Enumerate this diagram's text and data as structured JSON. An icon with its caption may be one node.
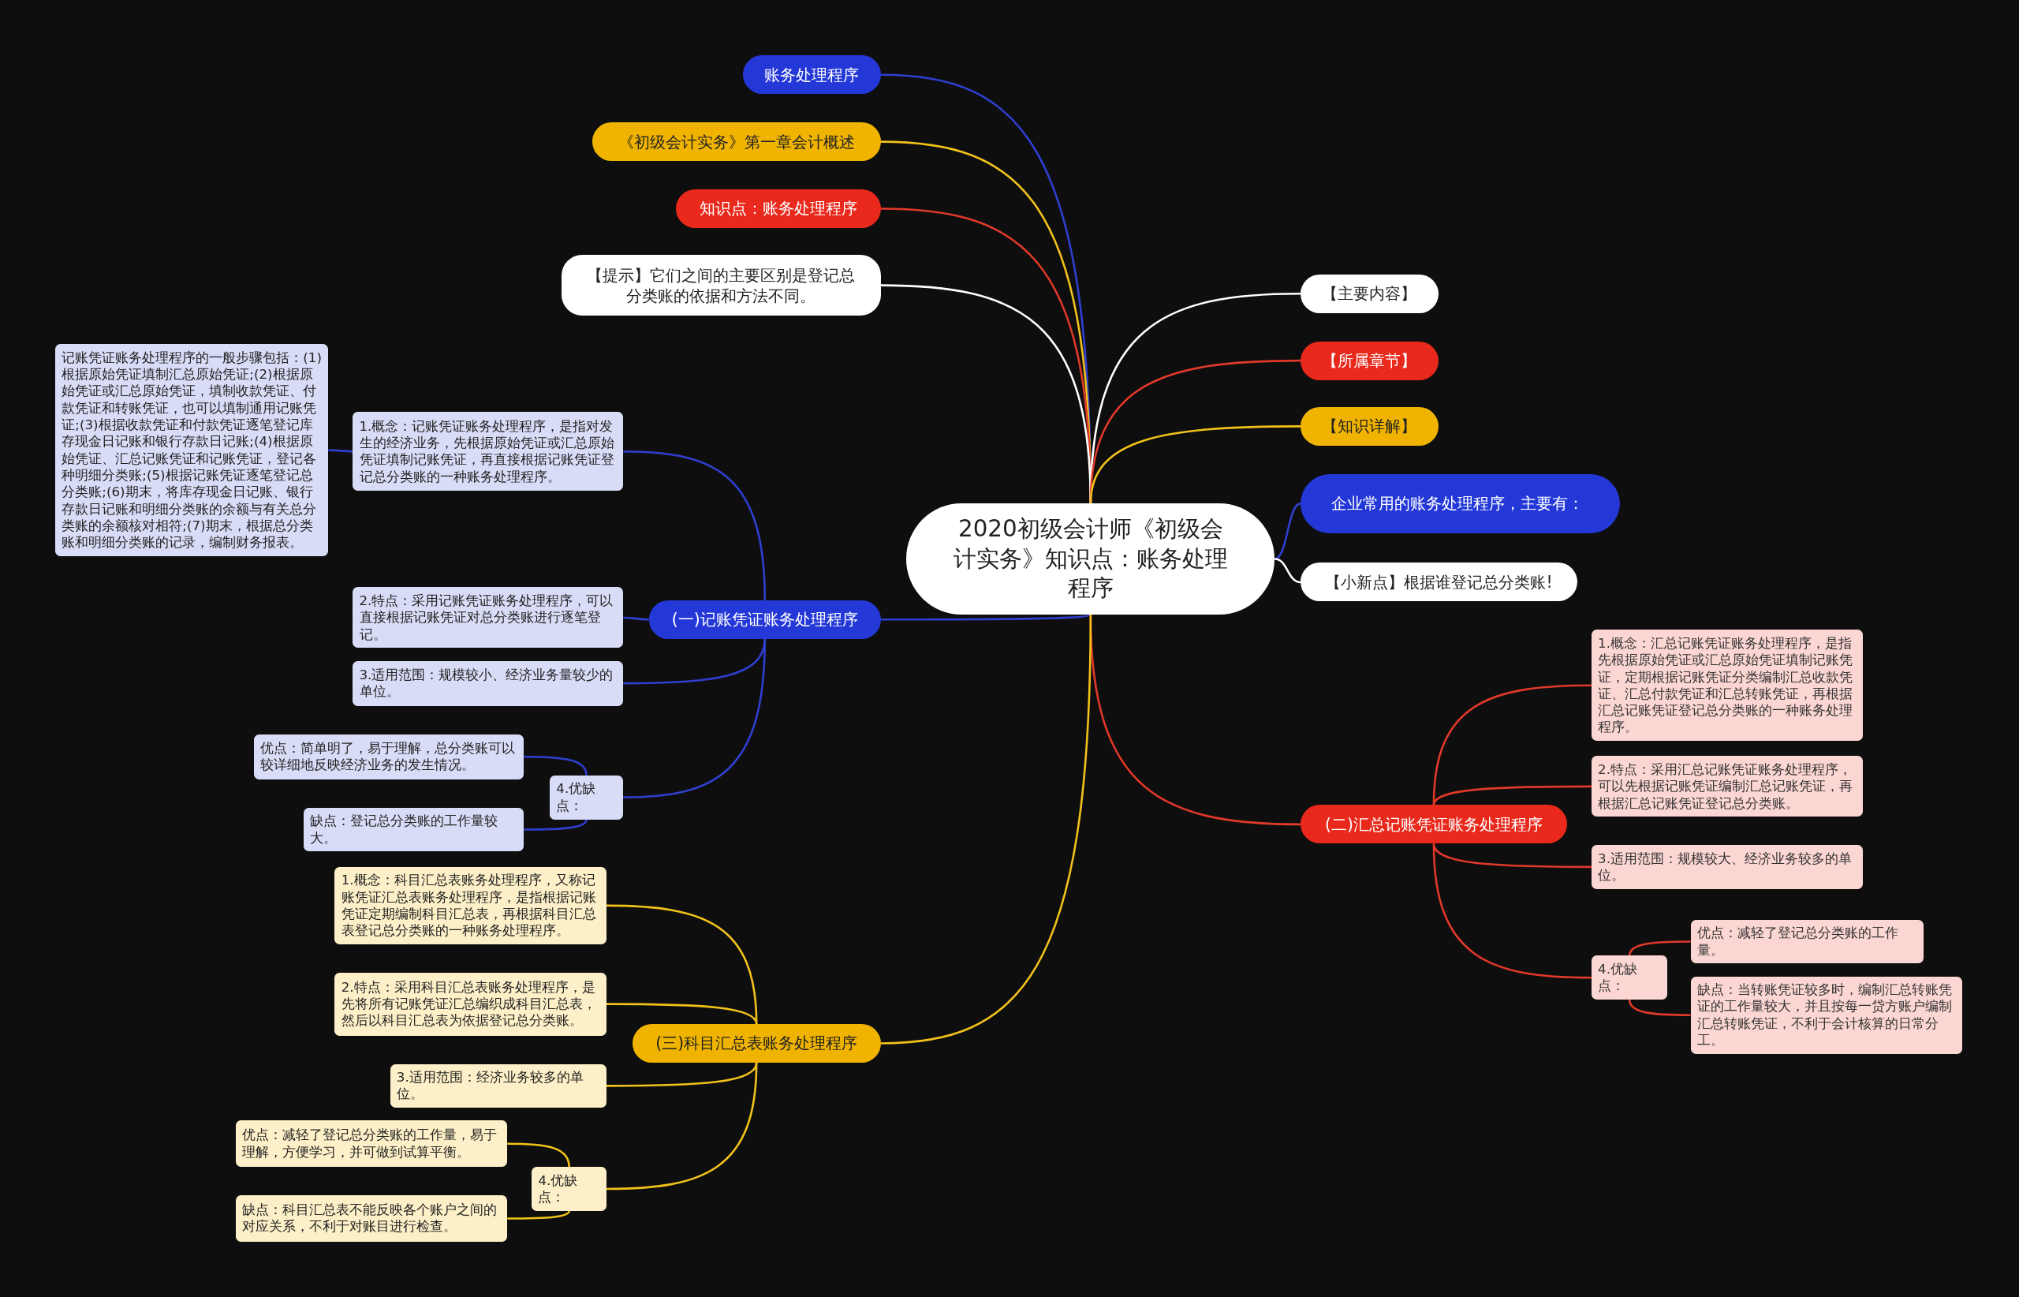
{
  "diagram": {
    "nodes": [
      {
        "text": [
          "2020初级会计师《初级会计实务》知识点：账务处理程序"
        ]
      },
      {
        "text": [
          "账务处理程序"
        ]
      },
      {
        "text": [
          "《初级会计实务》第一章会计概述"
        ]
      },
      {
        "text": [
          "知识点：账务处理程序"
        ]
      },
      {
        "text": [
          "【提示】它们之间的主要区别是登记总分类账的依据和方法不同。"
        ]
      },
      {
        "text": [
          "【主要内容】"
        ]
      },
      {
        "text": [
          "【所属章节】"
        ]
      },
      {
        "text": [
          "【知识详解】"
        ]
      },
      {
        "text": [
          "企业常用的账务处理程序，主要有："
        ]
      },
      {
        "text": [
          "【小新点】根据谁登记总分类账!"
        ]
      },
      {
        "text": [
          "(一)记账凭证账务处理程序"
        ]
      },
      {
        "text": [
          "1.概念：记账凭证账务处理程序，是指对发生的经济业务，先根据原始凭证或汇总原始凭证填制记账凭证，再直接根据记账凭证登记总分类账的一种账务处理程序。"
        ]
      },
      {
        "text": [
          "记账凭证账务处理程序的一般步骤包括：(1)根据原始凭证填制汇总原始凭证;(2)根据原始凭证或汇总原始凭证，填制收款凭证、付款凭证和转账凭证，也可以填制通用记账凭证;(3)根据收款凭证和付款凭证逐笔登记库存现金日记账和银行存款日记账;(4)根据原始凭证、汇总记账凭证和记账凭证，登记各种明细分类账;(5)根据记账凭证逐笔登记总分类账;(6)期末，将库存现金日记账、银行存款日记账和明细分类账的余额与有关总分类账的余额核对相符;(7)期末，根据总分类账和明细分类账的记录，编制财务报表。"
        ]
      },
      {
        "text": [
          "2.特点：采用记账凭证账务处理程序，可以直接根据记账凭证对总分类账进行逐笔登记。"
        ]
      },
      {
        "text": [
          "3.适用范围：规模较小、经济业务量较少的单位。"
        ]
      },
      {
        "text": [
          "4.优缺点："
        ]
      },
      {
        "text": [
          "优点：简单明了，易于理解，总分类账可以较详细地反映经济业务的发生情况。"
        ]
      },
      {
        "text": [
          "缺点：登记总分类账的工作量较大。"
        ]
      },
      {
        "text": [
          "(二)汇总记账凭证账务处理程序"
        ]
      },
      {
        "text": [
          "1.概念：汇总记账凭证账务处理程序，是指先根据原始凭证或汇总原始凭证填制记账凭证，定期根据记账凭证分类编制汇总收款凭证、汇总付款凭证和汇总转账凭证，再根据汇总记账凭证登记总分类账的一种账务处理程序。"
        ]
      },
      {
        "text": [
          "2.特点：采用汇总记账凭证账务处理程序，可以先根据记账凭证编制汇总记账凭证，再根据汇总记账凭证登记总分类账。"
        ]
      },
      {
        "text": [
          "3.适用范围：规模较大、经济业务较多的单位。"
        ]
      },
      {
        "text": [
          "4.优缺点："
        ]
      },
      {
        "text": [
          "优点：减轻了登记总分类账的工作量。"
        ]
      },
      {
        "text": [
          "缺点：当转账凭证较多时，编制汇总转账凭证的工作量较大，并且按每一贷方账户编制汇总转账凭证，不利于会计核算的日常分工。"
        ]
      },
      {
        "text": [
          "(三)科目汇总表账务处理程序"
        ]
      },
      {
        "text": [
          "1.概念：科目汇总表账务处理程序，又称记账凭证汇总表账务处理程序，是指根据记账凭证定期编制科目汇总表，再根据科目汇总表登记总分类账的一种账务处理程序。"
        ]
      },
      {
        "text": [
          "2.特点：采用科目汇总表账务处理程序，是先将所有记账凭证汇总编织成科目汇总表，然后以科目汇总表为依据登记总分类账。"
        ]
      },
      {
        "text": [
          "3.适用范围：经济业务较多的单位。"
        ]
      },
      {
        "text": [
          "4.优缺点："
        ]
      },
      {
        "text": [
          "优点：减轻了登记总分类账的工作量，易于理解，方便学习，并可做到试算平衡。"
        ]
      },
      {
        "text": [
          "缺点：科目汇总表不能反映各个账户之间的对应关系，不利于对账目进行检查。"
        ]
      }
    ],
    "edges": [
      {
        "from": 0,
        "to": 1,
        "arrow": "none"
      },
      {
        "from": 0,
        "to": 2,
        "arrow": "none",
        "color": "#f2c21b"
      },
      {
        "from": 0,
        "to": 3,
        "arrow": "none",
        "color": "#e0392a"
      },
      {
        "from": 0,
        "to": 4,
        "arrow": "none",
        "color": "#ffffff"
      },
      {
        "from": 0,
        "to": 5,
        "arrow": "none",
        "color": "#ffffff"
      },
      {
        "from": 0,
        "to": 6,
        "arrow": "none",
        "color": "#e0392a"
      },
      {
        "from": 0,
        "to": 7,
        "arrow": "none",
        "color": "#f2c21b"
      },
      {
        "from": 0,
        "to": 8,
        "arrow": "none"
      },
      {
        "from": 0,
        "to": 9,
        "arrow": "none",
        "color": "#ffffff"
      },
      {
        "from": 0,
        "to": 10,
        "arrow": "none"
      },
      {
        "from": 10,
        "to": 11,
        "arrow": "none"
      },
      {
        "from": 11,
        "to": 12,
        "arrow": "none"
      },
      {
        "from": 10,
        "to": 13,
        "arrow": "none"
      },
      {
        "from": 10,
        "to": 14,
        "arrow": "none"
      },
      {
        "from": 10,
        "to": 15,
        "arrow": "none"
      },
      {
        "from": 15,
        "to": 16,
        "arrow": "none"
      },
      {
        "from": 15,
        "to": 17,
        "arrow": "none"
      },
      {
        "from": 0,
        "to": 18,
        "arrow": "none",
        "color": "#e0392a"
      },
      {
        "from": 18,
        "to": 19,
        "arrow": "none",
        "color": "#e0392a"
      },
      {
        "from": 18,
        "to": 20,
        "arrow": "none",
        "color": "#e0392a"
      },
      {
        "from": 18,
        "to": 21,
        "arrow": "none",
        "color": "#e0392a"
      },
      {
        "from": 18,
        "to": 22,
        "arrow": "none",
        "color": "#e0392a"
      },
      {
        "from": 22,
        "to": 23,
        "arrow": "none",
        "color": "#e0392a"
      },
      {
        "from": 22,
        "to": 24,
        "arrow": "none",
        "color": "#e0392a"
      },
      {
        "from": 0,
        "to": 25,
        "arrow": "none",
        "color": "#f2c21b"
      },
      {
        "from": 25,
        "to": 26,
        "arrow": "none",
        "color": "#f2c21b"
      },
      {
        "from": 25,
        "to": 27,
        "arrow": "none",
        "color": "#f2c21b"
      },
      {
        "from": 25,
        "to": 28,
        "arrow": "none",
        "color": "#f2c21b"
      },
      {
        "from": 25,
        "to": 29,
        "arrow": "none",
        "color": "#f2c21b"
      },
      {
        "from": 29,
        "to": 30,
        "arrow": "none",
        "color": "#f2c21b"
      },
      {
        "from": 29,
        "to": 31,
        "arrow": "none",
        "color": "#f2c21b"
      }
    ]
  }
}
